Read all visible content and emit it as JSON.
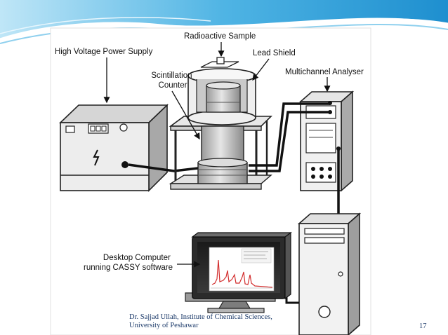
{
  "diagram": {
    "labels": {
      "radioactive_sample": "Radioactive Sample",
      "lead_shield": "Lead Shield",
      "hv_power_supply": "High Voltage Power Supply",
      "scintillation_counter_line1": "Scintillation",
      "scintillation_counter_line2": "Counter",
      "multichannel_analyser": "Multichannel Analyser",
      "desktop_computer_line1": "Desktop Computer",
      "desktop_computer_line2": "running CASSY software"
    }
  },
  "footer": {
    "credit_line1": "Dr. Sajjad Ullah, Institute of Chemical Sciences,",
    "credit_line2": "University of Peshawar",
    "slide_number": "17"
  },
  "colors": {
    "banner_blue": "#2f9fd8",
    "banner_light": "#a9dcf2",
    "footer_text": "#1d3b6a"
  }
}
